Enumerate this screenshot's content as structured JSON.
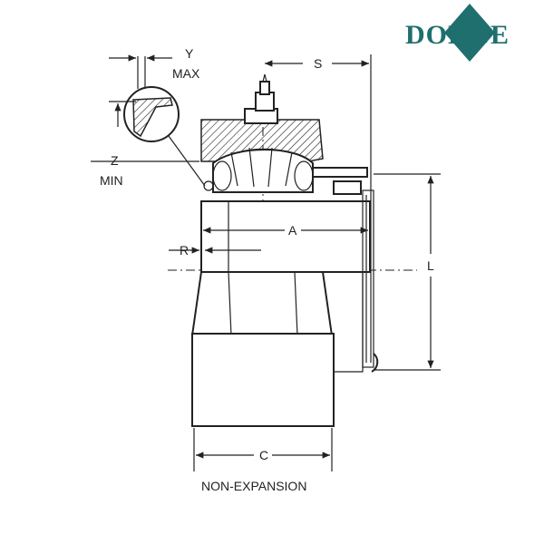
{
  "brand": {
    "name": "DODGE",
    "color": "#1f6f6f"
  },
  "labels": {
    "y": "Y",
    "max": "MAX",
    "s": "S",
    "z": "Z",
    "min": "MIN",
    "a": "A",
    "r": "R",
    "l": "L",
    "c": "C"
  },
  "caption": "NON-EXPANSION"
}
